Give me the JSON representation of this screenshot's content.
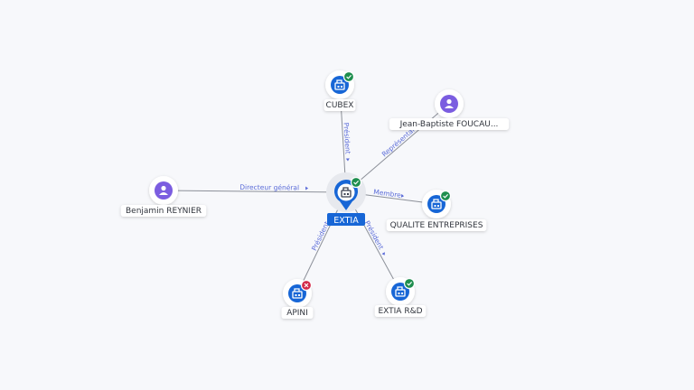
{
  "graph": {
    "colors": {
      "company": "#1766d6",
      "person": "#7b5de0",
      "status_ok": "#1e8e4e",
      "status_closed": "#d32a4a",
      "edge": "#8c9099",
      "edge_label": "#5a6bd8",
      "center_label_bg": "#1766d6"
    },
    "center": {
      "label": "EXTIA",
      "type": "company",
      "icon": "building-icon",
      "status": "active"
    },
    "nodes": [
      {
        "id": "cubex",
        "label": "CUBEX",
        "type": "company",
        "icon": "building-icon",
        "status": "active"
      },
      {
        "id": "jb",
        "label": "Jean-Baptiste FOUCAU...",
        "type": "person",
        "icon": "person-icon",
        "status": "none"
      },
      {
        "id": "benjamin",
        "label": "Benjamin REYNIER",
        "type": "person",
        "icon": "person-icon",
        "status": "none"
      },
      {
        "id": "qualite",
        "label": "QUALITE ENTREPRISES",
        "type": "company",
        "icon": "building-icon",
        "status": "active"
      },
      {
        "id": "apini",
        "label": "APINI",
        "type": "company",
        "icon": "building-icon",
        "status": "closed"
      },
      {
        "id": "rd",
        "label": "EXTIA R&D",
        "type": "company",
        "icon": "building-icon",
        "status": "active"
      }
    ],
    "edges": [
      {
        "target": "cubex",
        "label": "Président"
      },
      {
        "target": "jb",
        "label": "Représentant"
      },
      {
        "target": "benjamin",
        "label": "Directeur général"
      },
      {
        "target": "qualite",
        "label": "Membre"
      },
      {
        "target": "apini",
        "label": "Président"
      },
      {
        "target": "rd",
        "label": "Président"
      }
    ]
  }
}
